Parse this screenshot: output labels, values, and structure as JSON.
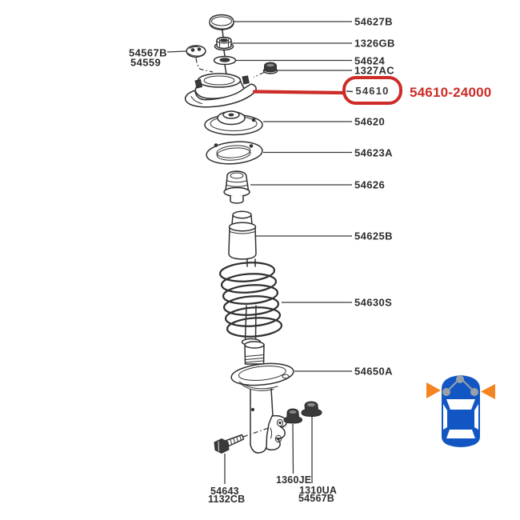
{
  "diagram": {
    "type": "exploded-parts-diagram",
    "subject": "front strut and shock absorber assembly",
    "selected_part": {
      "code": "54610",
      "full_number": "54610-24000"
    },
    "colors": {
      "line": "#2f2f2f",
      "label_text": "#2d2d2d",
      "highlight_red": "#cd2c28",
      "car_blue": "#1256c4",
      "marker_orange": "#f5831f",
      "car_dot_gray": "#98a0a8",
      "background": "#ffffff"
    },
    "callouts": {
      "right": [
        {
          "label": "54627B"
        },
        {
          "label": "1326GB"
        },
        {
          "label": "54624"
        },
        {
          "label": "1327AC"
        },
        {
          "label": "54620"
        },
        {
          "label": "54623A"
        },
        {
          "label": "54626"
        },
        {
          "label": "54625B"
        },
        {
          "label": "54630S"
        },
        {
          "label": "54650A"
        }
      ],
      "left": [
        {
          "label": "54567B"
        },
        {
          "label": "54559"
        }
      ],
      "bottom": [
        {
          "label": "54643"
        },
        {
          "label": "1132CB"
        },
        {
          "label": "1360JE"
        },
        {
          "label": "1310UA"
        },
        {
          "label": "54567B"
        }
      ]
    },
    "icons": {
      "car": "car-top-view-icon",
      "left_marker": "orange-triangle-right-icon",
      "right_marker": "orange-triangle-left-icon"
    }
  }
}
